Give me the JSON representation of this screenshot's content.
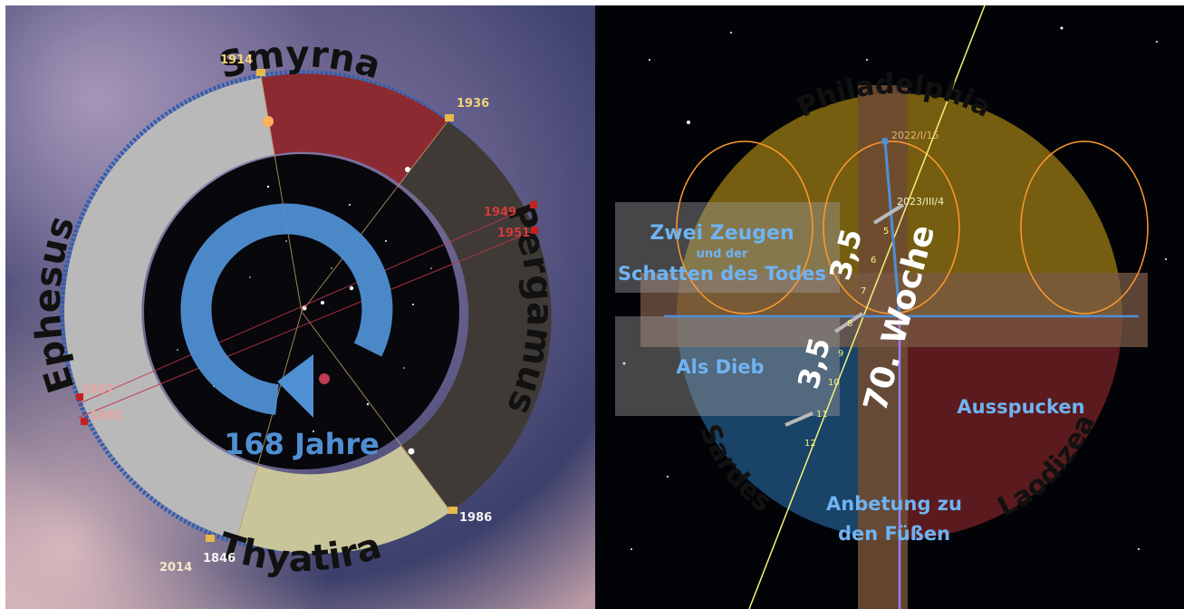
{
  "left": {
    "segments": [
      {
        "name": "Smyrna",
        "color": "#8b2a31"
      },
      {
        "name": "Pergamus",
        "color": "#3f3a36"
      },
      {
        "name": "Thyatira",
        "color": "#c9c59a"
      },
      {
        "name": "Ephesus",
        "color": "#b9b9b9"
      }
    ],
    "years": {
      "y1914": "1914",
      "y1936": "1936",
      "y1949": "1949",
      "y1951": "1951",
      "y1867": "1867",
      "y1865": "1865",
      "y1986": "1986",
      "y2014": "2014",
      "y1846": "1846"
    },
    "center_label": "168 Jahre",
    "arrow_color": "#4f8fd3"
  },
  "right": {
    "quadrants": {
      "top": "Philadelphia",
      "bottom_left": "Sardes",
      "bottom_right": "Laodizea"
    },
    "texts": {
      "zwei_zeugen": "Zwei Zeugen",
      "und_der": "und der",
      "schatten": "Schatten des Todes",
      "als_dieb": "Als Dieb",
      "ausspucken": "Ausspucken",
      "anbetung1": "Anbetung zu",
      "anbetung2": "den Füßen",
      "woche": "70. Woche",
      "half_top": "3,5",
      "half_bottom": "3,5",
      "date_top": "2022/I/15",
      "date_mid": "2023/III/4"
    },
    "ticks": [
      "5",
      "6",
      "7",
      "8",
      "9",
      "10",
      "11",
      "12"
    ],
    "colors": {
      "top": "#8a6f12",
      "bottom_left": "#1f4f7a",
      "bottom_right": "#6b1e22",
      "text_blue": "#6fb3f2"
    }
  }
}
